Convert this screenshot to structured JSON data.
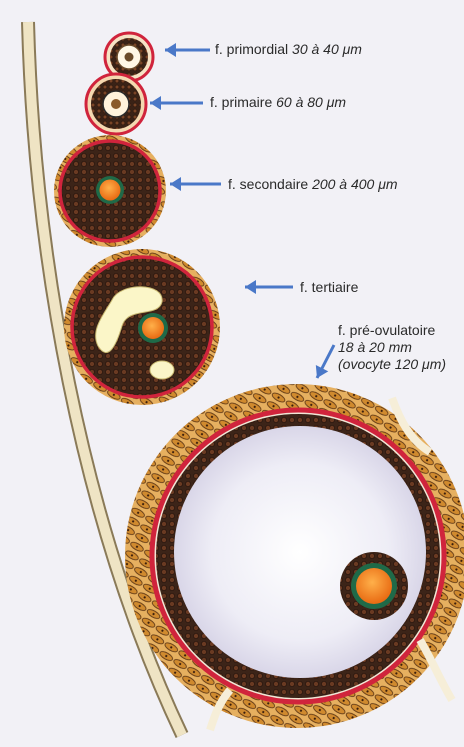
{
  "labels": {
    "primordial": {
      "name": "f. primordial",
      "size": "30 à 40 μm"
    },
    "primaire": {
      "name": "f. primaire",
      "size": "60 à 80 μm"
    },
    "secondaire": {
      "name": "f. secondaire",
      "size": "200 à 400 μm"
    },
    "tertiaire": {
      "name": "f. tertiaire"
    },
    "preovulatoire": {
      "name": "f. pré-ovulatoire",
      "size": "18 à 20 mm",
      "oocyte": "(ovocyte 120 μm)"
    }
  },
  "colors": {
    "arrow": "#4a78c8",
    "theca": "#d58c2c",
    "basal_membrane": "#d0243c",
    "granulosa": "#4a2a1a",
    "oocyte": "#f0801c",
    "zona": "#1f6a48",
    "antrum": "#f4f2fa",
    "ovary_edge": "#e8dcb8"
  }
}
